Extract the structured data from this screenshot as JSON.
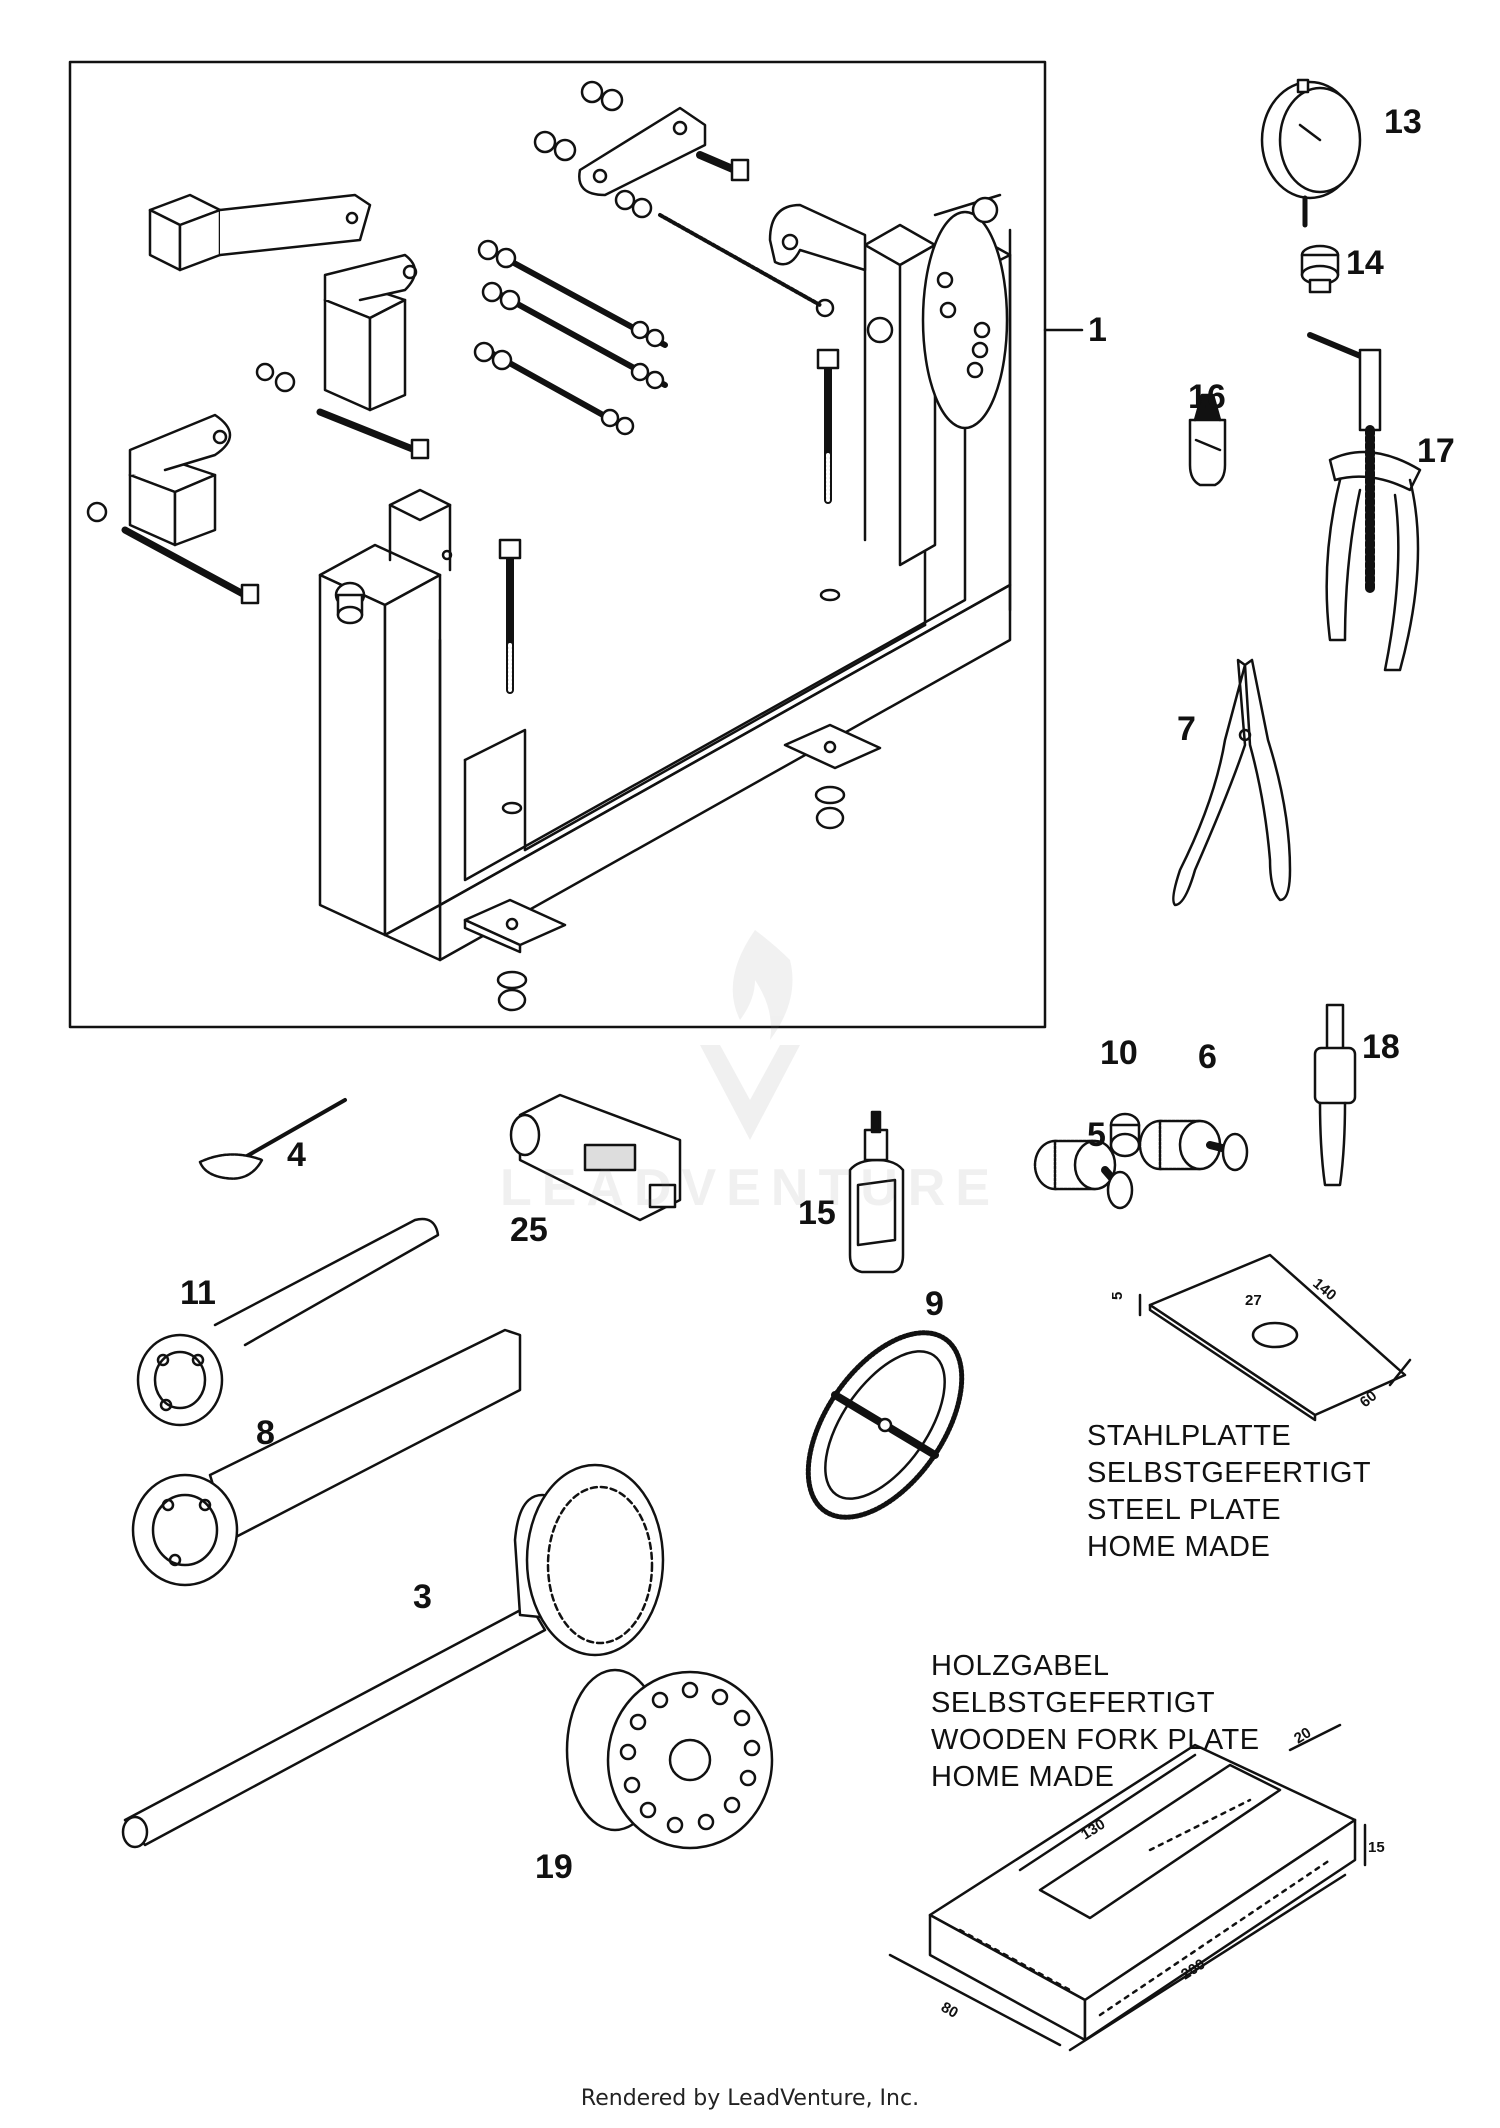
{
  "callouts": {
    "c1": "1",
    "c3": "3",
    "c4": "4",
    "c5": "5",
    "c6": "6",
    "c7": "7",
    "c8": "8",
    "c9": "9",
    "c10": "10",
    "c11": "11",
    "c13": "13",
    "c14": "14",
    "c15": "15",
    "c16": "16",
    "c17": "17",
    "c18": "18",
    "c19": "19",
    "c25": "25"
  },
  "steel_plate": {
    "lines": [
      "STAHLPLATTE",
      "SELBSTGEFERTIGT",
      "STEEL PLATE",
      "HOME MADE"
    ],
    "dims": {
      "thickness": "5",
      "hole": "27",
      "length": "140",
      "width": "60"
    }
  },
  "wooden_fork": {
    "lines": [
      "HOLZGABEL",
      "SELBSTGEFERTIGT",
      "WOODEN FORK PLATE",
      "HOME MADE"
    ],
    "dims": {
      "slot_length": "130",
      "slot_width": "20",
      "height": "15",
      "length": "200",
      "width": "80"
    }
  },
  "footer": {
    "text": "Rendered by LeadVenture, Inc."
  },
  "watermark": {
    "text": "LEADVENTURE"
  }
}
